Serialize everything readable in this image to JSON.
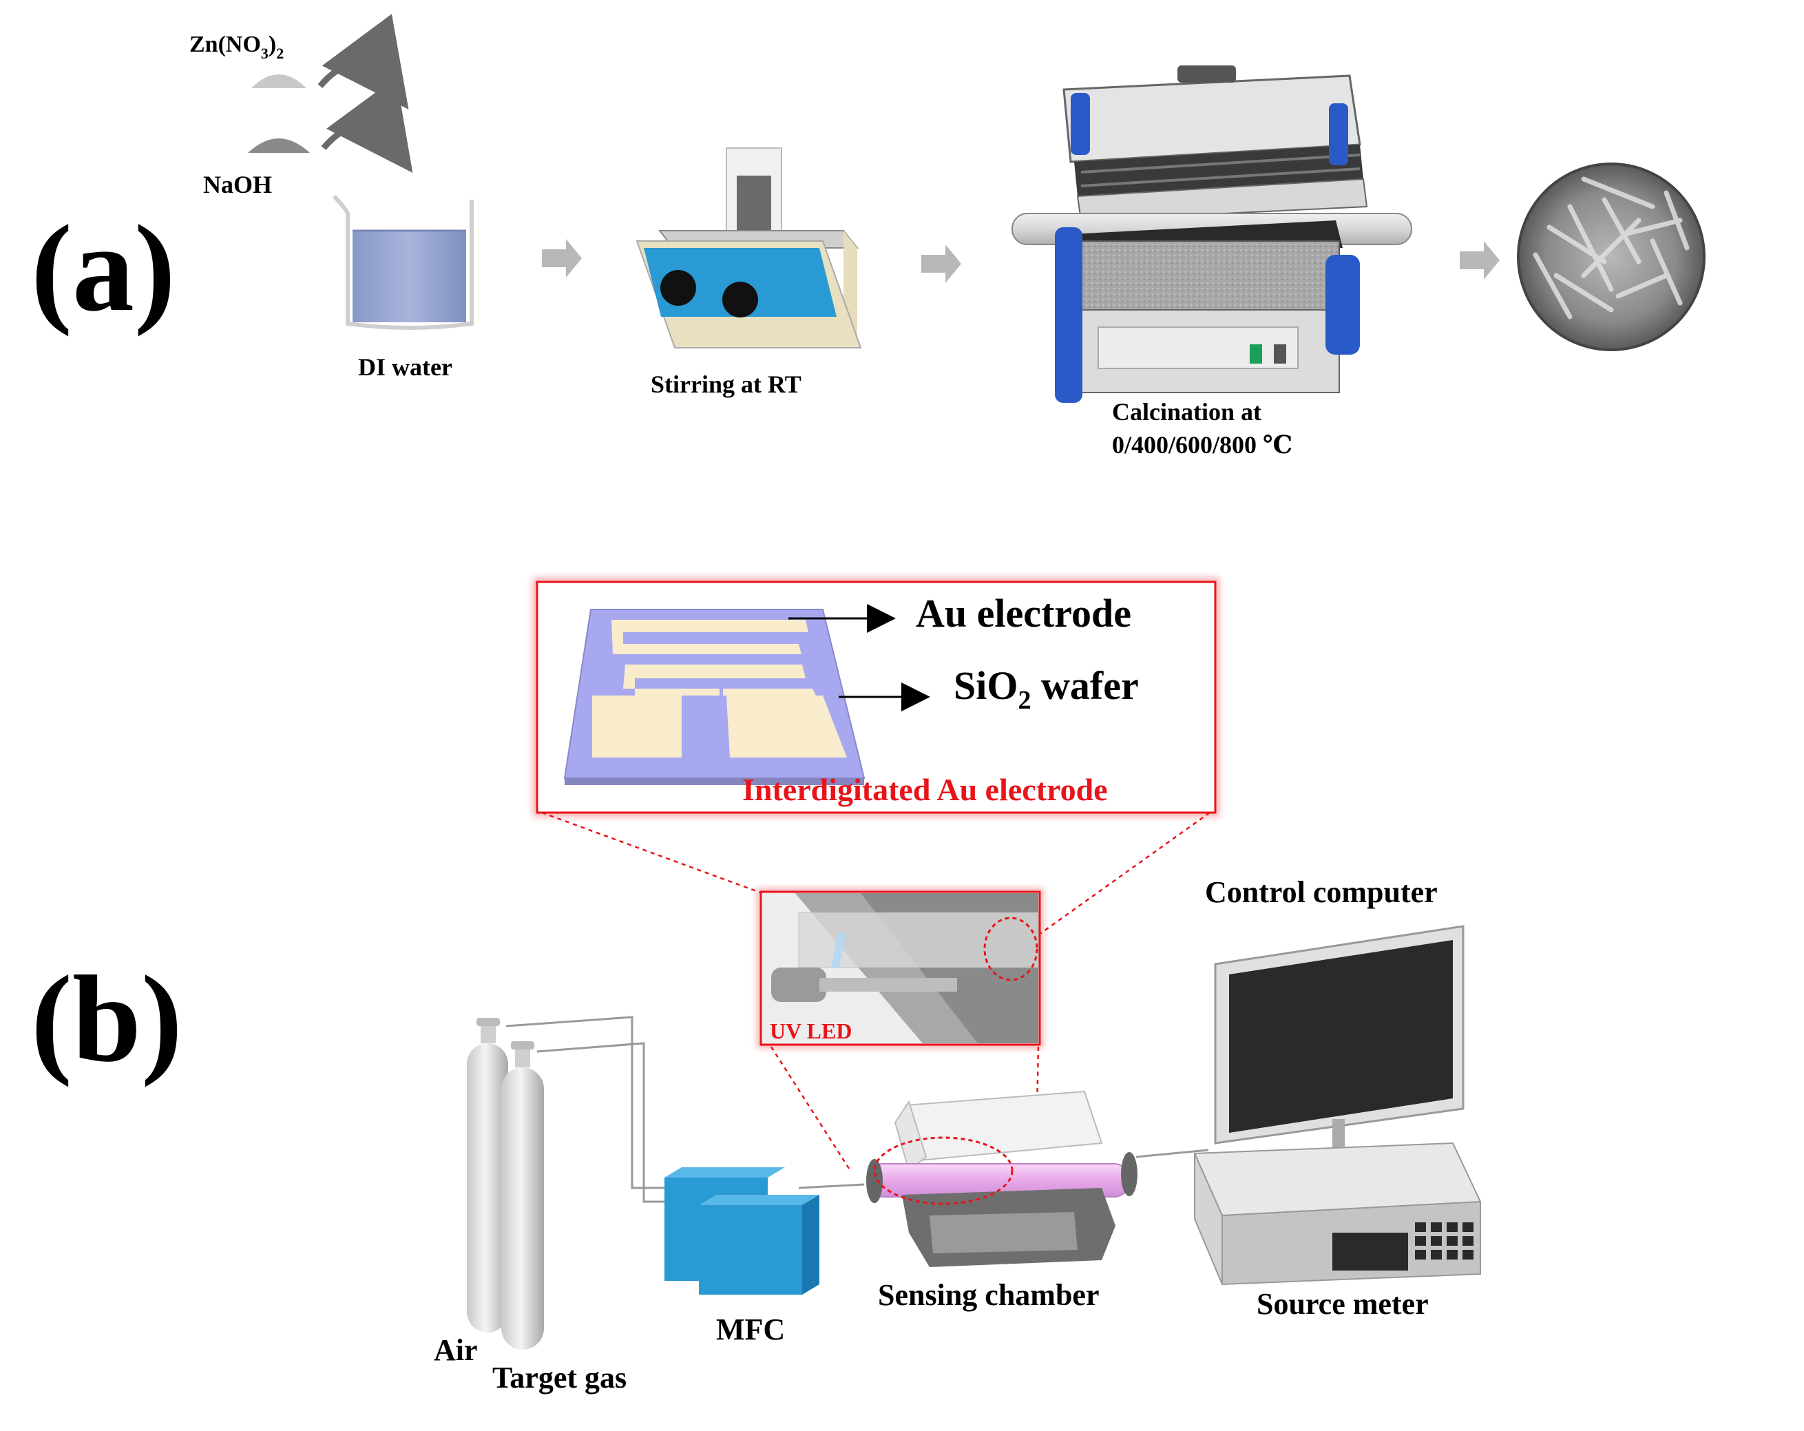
{
  "panel_a": {
    "label": "(a)",
    "reagent_1": "Zn(NO",
    "reagent_1_sub_a": "3",
    "reagent_1_close": ")",
    "reagent_1_sub_b": "2",
    "reagent_2": "NaOH",
    "step_1": "DI water",
    "step_2": "Stirring at RT",
    "step_3_line_1": "Calcination at",
    "step_3_line_2": "0/400/600/800 ℃"
  },
  "panel_b": {
    "label": "(b)",
    "inset_title": "Interdigitated Au electrode",
    "inset_label_1": "Au electrode",
    "inset_label_2_pre": "SiO",
    "inset_label_2_sub": "2",
    "inset_label_2_post": " wafer",
    "zoom_label": "UV LED",
    "control_computer": "Control computer",
    "air": "Air",
    "target_gas": "Target gas",
    "mfc": "MFC",
    "sensing_chamber": "Sensing chamber",
    "source_meter": "Source meter"
  },
  "colors": {
    "accent_red": "#e8141a",
    "mfc_blue": "#2a9ad4",
    "electrode_purple": "#a8a8f0",
    "electrode_gold": "#f8eccc",
    "furnace_blue": "#2a5ac8",
    "arrow_gray": "#b8b8b8"
  }
}
